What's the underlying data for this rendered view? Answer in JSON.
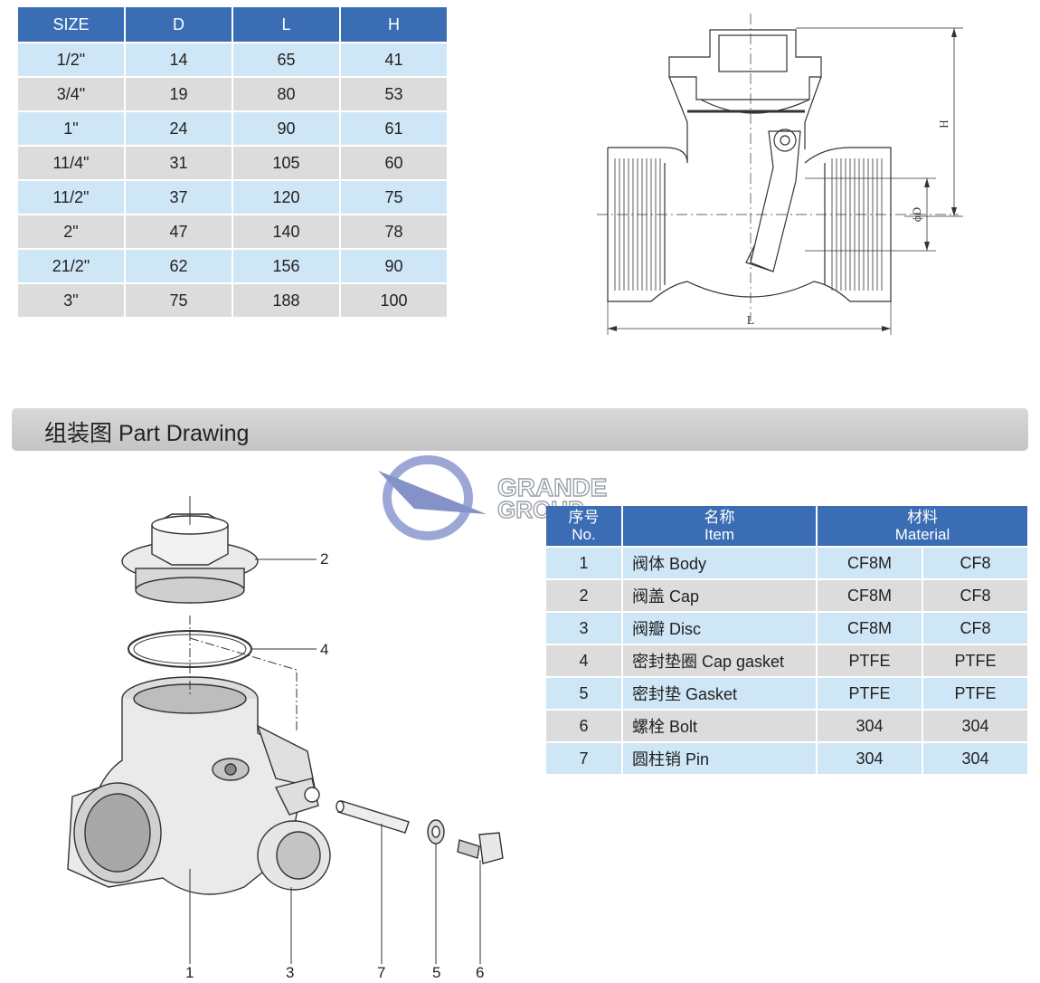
{
  "size_table": {
    "headers": [
      "SIZE",
      "D",
      "L",
      "H"
    ],
    "rows": [
      [
        "1/2\"",
        "14",
        "65",
        "41"
      ],
      [
        "3/4\"",
        "19",
        "80",
        "53"
      ],
      [
        "1\"",
        "24",
        "90",
        "61"
      ],
      [
        "11/4\"",
        "31",
        "105",
        "60"
      ],
      [
        "11/2\"",
        "37",
        "120",
        "75"
      ],
      [
        "2\"",
        "47",
        "140",
        "78"
      ],
      [
        "21/2\"",
        "62",
        "156",
        "90"
      ],
      [
        "3\"",
        "75",
        "188",
        "100"
      ]
    ]
  },
  "dimension_labels": {
    "height": "H",
    "diameter": "ϕD",
    "length": "L"
  },
  "section_title": "组装图 Part Drawing",
  "logo": {
    "line1": "GRANDE",
    "line2": "GROUP"
  },
  "parts_table": {
    "headers": {
      "no": [
        "序号",
        "No."
      ],
      "item": [
        "名称",
        "Item"
      ],
      "material": [
        "材料",
        "Material"
      ]
    },
    "rows": [
      [
        "1",
        "阀体 Body",
        "CF8M",
        "CF8"
      ],
      [
        "2",
        "阀盖 Cap",
        "CF8M",
        "CF8"
      ],
      [
        "3",
        "阀瓣 Disc",
        "CF8M",
        "CF8"
      ],
      [
        "4",
        "密封垫圈 Cap gasket",
        "PTFE",
        "PTFE"
      ],
      [
        "5",
        "密封垫 Gasket",
        "PTFE",
        "PTFE"
      ],
      [
        "6",
        "螺栓 Bolt",
        "304",
        "304"
      ],
      [
        "7",
        "圆柱销 Pin",
        "304",
        "304"
      ]
    ]
  },
  "callouts": {
    "c2": "2",
    "c4": "4",
    "c1": "1",
    "c3": "3",
    "c7": "7",
    "c5": "5",
    "c6": "6"
  },
  "colors": {
    "header_blue": "#3a6db3",
    "row_light_blue": "#cfe6f6",
    "row_gray": "#dcdcdc",
    "logo_blue": "#6f7fbf"
  }
}
